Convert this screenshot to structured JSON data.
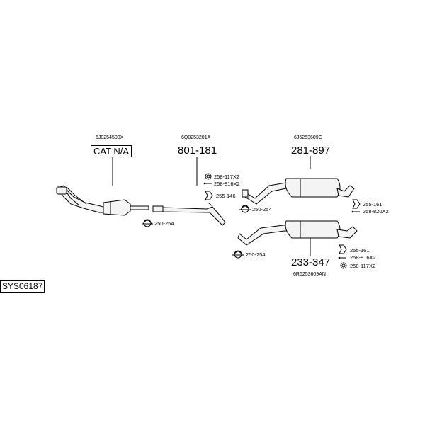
{
  "diagram_code": "SYS06187",
  "parts": [
    {
      "oem": "6J0254500X",
      "number": "CAT N/A"
    },
    {
      "oem": "6Q0253201A",
      "number": "801-181"
    },
    {
      "oem": "6J6253609C",
      "number": "281-897"
    },
    {
      "oem": "6R6253609AN",
      "number": "233-347"
    }
  ],
  "fittings": {
    "f_250_254_a": "250-254",
    "f_258_117_a": "258-117X2",
    "f_258_816_a": "258-816X2",
    "f_255_146": "255-146",
    "f_250_254_b": "250-254",
    "f_255_161_a": "255-161",
    "f_258_820": "258-820X2",
    "f_250_254_c": "250-254",
    "f_255_161_b": "255-161",
    "f_258_816_b": "258-816X2",
    "f_258_117_b": "258-117X2"
  }
}
